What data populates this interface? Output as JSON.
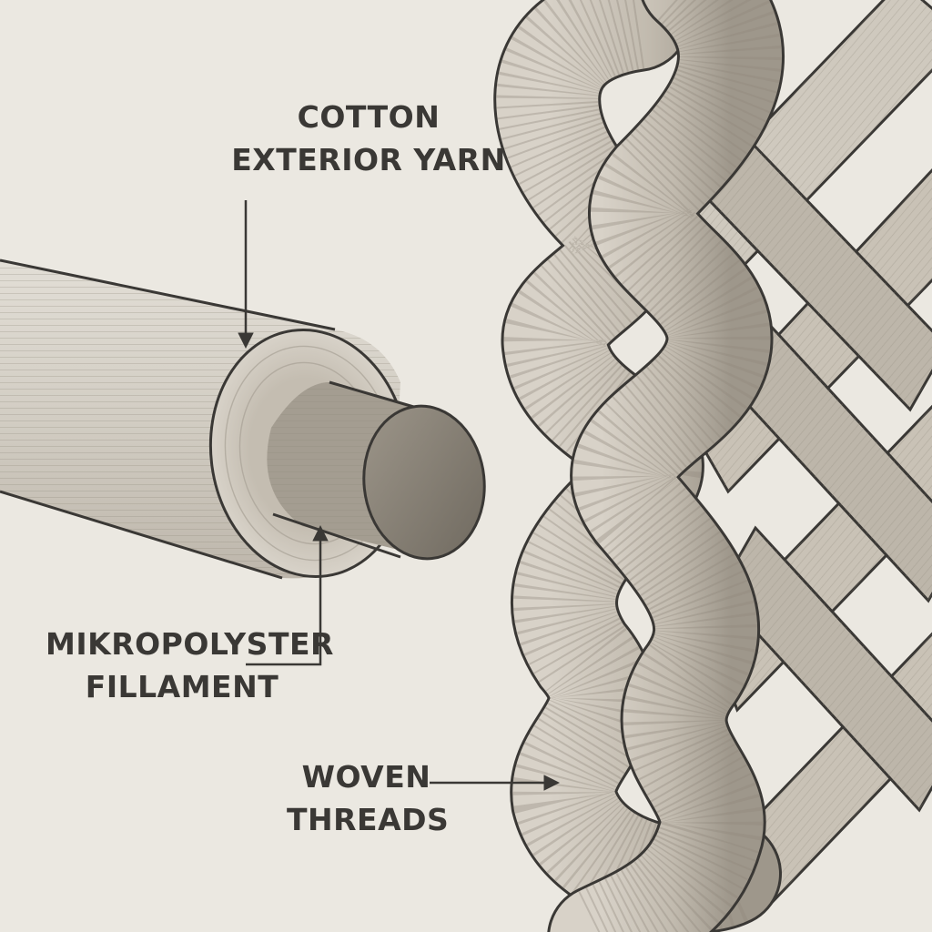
{
  "labels": {
    "cotton": [
      "COTTON",
      "EXTERIOR YARN"
    ],
    "filament": [
      "MIKROPOLYSTER",
      "FILLAMENT"
    ],
    "woven": [
      "WOVEN",
      "THREADS"
    ]
  },
  "colors": {
    "paper": "#ebe8e1",
    "ink": "#3a3835",
    "yarn_light": "#dcd7ce",
    "yarn_mid": "#b9b2a6",
    "yarn_dark": "#8c857a",
    "core": "#8a8479"
  }
}
